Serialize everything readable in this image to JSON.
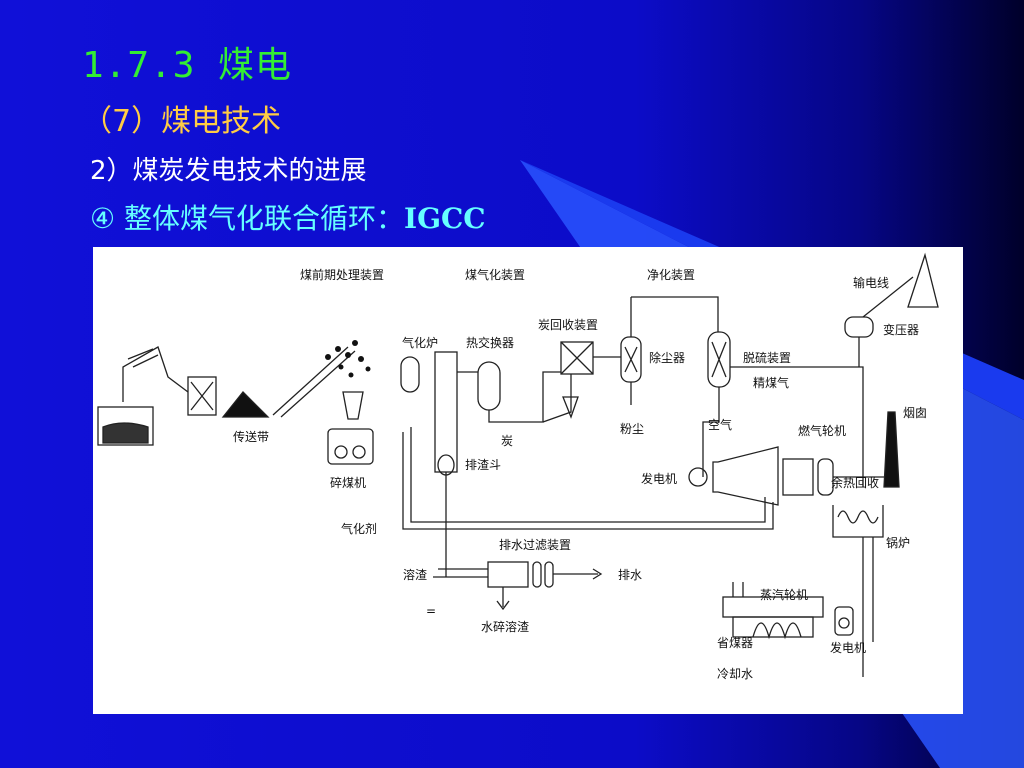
{
  "slide": {
    "title": "1.7.3 煤电",
    "subtitle": "（7）煤电技术",
    "point": "2）煤炭发电技术的进展",
    "subpoint_prefix": "④ 整体煤气化联合循环：",
    "subpoint_acronym": "IGCC"
  },
  "diagram": {
    "section_pretreatment": "煤前期处理装置",
    "section_gasification": "煤气化装置",
    "section_purification": "净化装置",
    "transmission_line": "输电线",
    "transformer": "变压器",
    "gasifier": "气化炉",
    "heat_exchanger": "热交换器",
    "carbon_recovery": "炭回收装置",
    "dust_remover": "除尘器",
    "desulfurizer": "脱硫装置",
    "clean_gas": "精煤气",
    "chimney": "烟囱",
    "conveyor": "传送带",
    "dust": "粉尘",
    "air": "空气",
    "gas_turbine": "燃气轮机",
    "carbon": "炭",
    "slag_hopper": "排渣斗",
    "generator_1": "发电机",
    "waste_heat_recovery": "余热回收",
    "coal_crusher": "碎煤机",
    "gasifying_agent": "气化剂",
    "boiler": "锅炉",
    "drain_filter": "排水过滤装置",
    "molten_slag": "溶渣",
    "drainage": "排水",
    "slag_crushing": "水碎溶渣",
    "steam_turbine": "蒸汽轮机",
    "economizer": "省煤器",
    "generator_2": "发电机",
    "cooling_water": "冷却水",
    "stray_mark": "="
  }
}
